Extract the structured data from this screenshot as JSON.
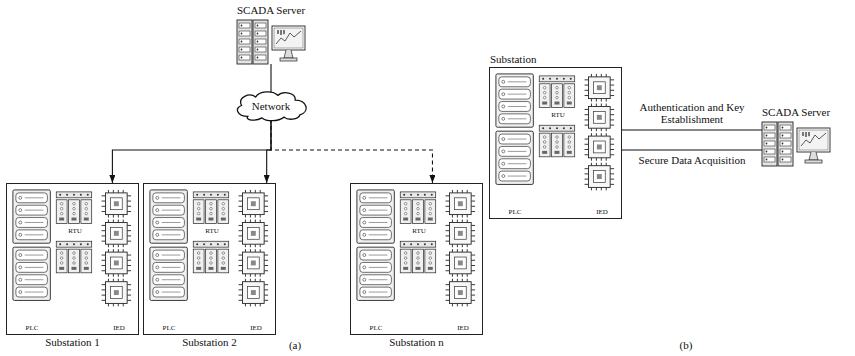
{
  "diagram": {
    "nodes": [
      {
        "text": [
          "SCADA Server"
        ]
      },
      {
        "text": [
          "Network"
        ]
      },
      {
        "text": [
          "PLC",
          "RTU",
          "IED",
          "Substation 1"
        ]
      },
      {
        "text": [
          "PLC",
          "RTU",
          "IED",
          "Substation 2"
        ]
      },
      {
        "text": [
          "PLC",
          "RTU",
          "IED",
          "Substation n"
        ]
      },
      {
        "text": [
          "Substation",
          "PLC",
          "RTU",
          "IED"
        ]
      },
      {
        "text": [
          "SCADA Server"
        ]
      }
    ],
    "edges": [
      {
        "from": 0,
        "to": 1,
        "arrow": "none"
      },
      {
        "from": 1,
        "to": 2,
        "arrow": "to"
      },
      {
        "from": 1,
        "to": 3,
        "arrow": "to"
      },
      {
        "from": 1,
        "to": 4,
        "arrow": "to"
      },
      {
        "from": 5,
        "to": 6,
        "label": "Authentication and Key Establishment",
        "arrow": "none"
      },
      {
        "from": 5,
        "to": 6,
        "label": "Secure Data Acquisition",
        "arrow": "none"
      }
    ],
    "labels": [
      "(a)",
      "(b)"
    ]
  }
}
